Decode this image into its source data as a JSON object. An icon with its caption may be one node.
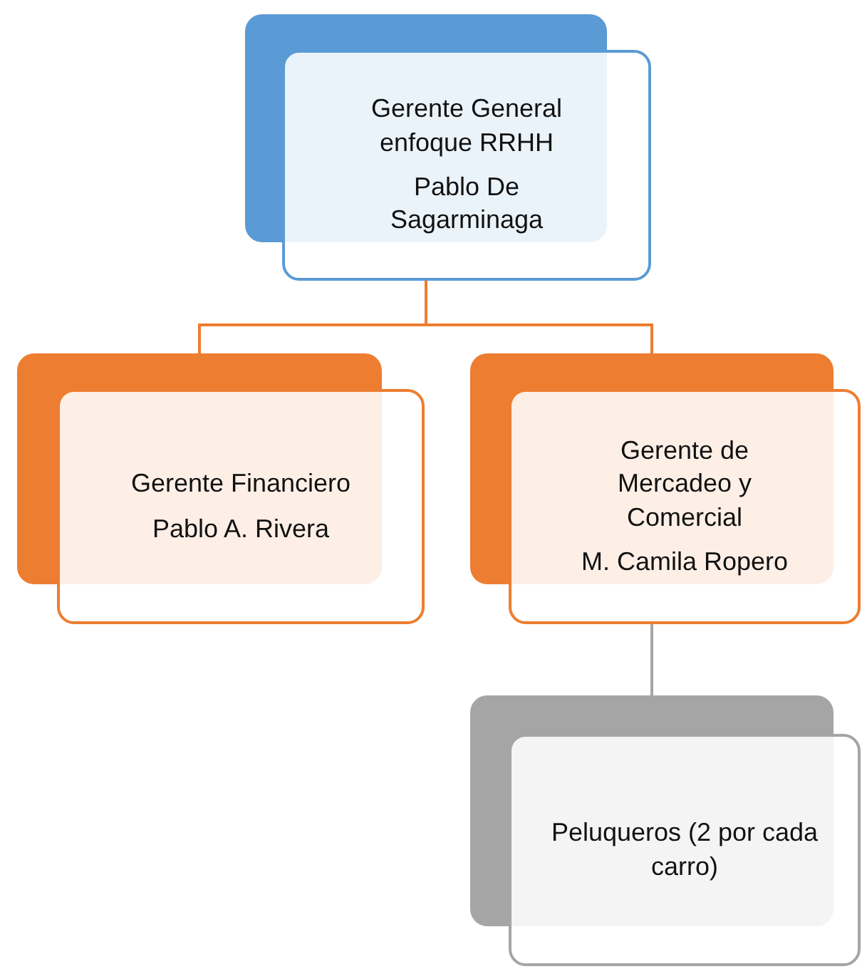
{
  "diagram": {
    "nodes": [
      {
        "text": [
          "Gerente General enfoque RRHH",
          "Pablo De Sagarminaga"
        ]
      },
      {
        "text": [
          "Gerente Financiero",
          "Pablo A. Rivera"
        ]
      },
      {
        "text": [
          "Gerente de Mercadeo y Comercial",
          "M. Camila Ropero"
        ]
      },
      {
        "text": [
          "Peluqueros (2 por cada carro)"
        ]
      }
    ],
    "edges": [
      {
        "from": 0,
        "to": 1,
        "arrow": "none"
      },
      {
        "from": 0,
        "to": 2,
        "arrow": "none"
      },
      {
        "from": 2,
        "to": 3,
        "arrow": "none",
        "color": "#a5a5a5"
      }
    ]
  }
}
